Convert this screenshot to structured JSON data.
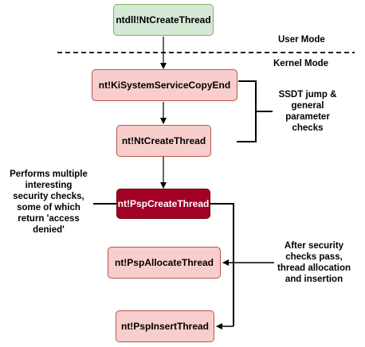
{
  "nodes": {
    "ntdll_create": "ntdll!NtCreateThread",
    "ki_copy": "nt!KiSystemServiceCopyEnd",
    "nt_create": "nt!NtCreateThread",
    "psp_create": "nt!PspCreateThread",
    "psp_allocate": "nt!PspAllocateThread",
    "psp_insert": "nt!PspInsertThread"
  },
  "labels": {
    "user_mode": "User Mode",
    "kernel_mode": "Kernel Mode",
    "ssdt": [
      "SSDT jump &",
      "general",
      "parameter",
      "checks"
    ],
    "security": [
      "Performs multiple",
      "interesting",
      "security checks,",
      "some of which",
      "return 'access",
      "denied'"
    ],
    "after": [
      "After security",
      "checks pass,",
      "thread allocation",
      "and insertion"
    ]
  },
  "colors": {
    "green_fill": "#d5e8d4",
    "green_stroke": "#82b366",
    "pink_fill": "#f8cecc",
    "pink_stroke": "#b85450",
    "dark_fill": "#a20025"
  }
}
